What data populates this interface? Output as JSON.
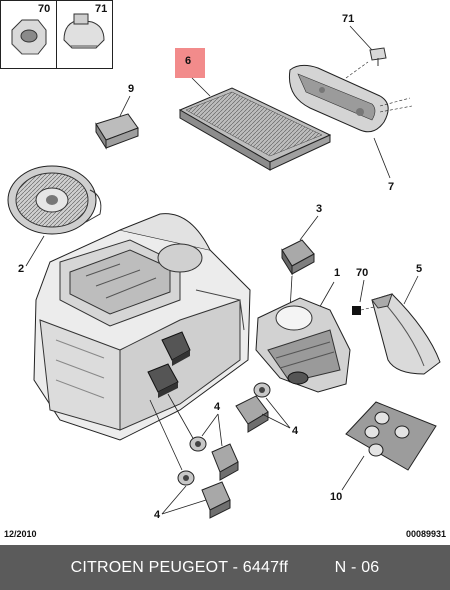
{
  "diagram": {
    "callouts": {
      "inset_left": "70",
      "inset_right": "71",
      "c71": "71",
      "c6": "6",
      "c9": "9",
      "c7": "7",
      "c3": "3",
      "c2": "2",
      "c1": "1",
      "c70": "70",
      "c5": "5",
      "c4a": "4",
      "c4b": "4",
      "c4c": "4",
      "c10": "10"
    },
    "highlight_color": "#f28b8b"
  },
  "footer": {
    "date": "12/2010",
    "doc_number": "00089931",
    "title": "CITROEN PEUGEOT - 6447ff",
    "page": "N - 06"
  }
}
